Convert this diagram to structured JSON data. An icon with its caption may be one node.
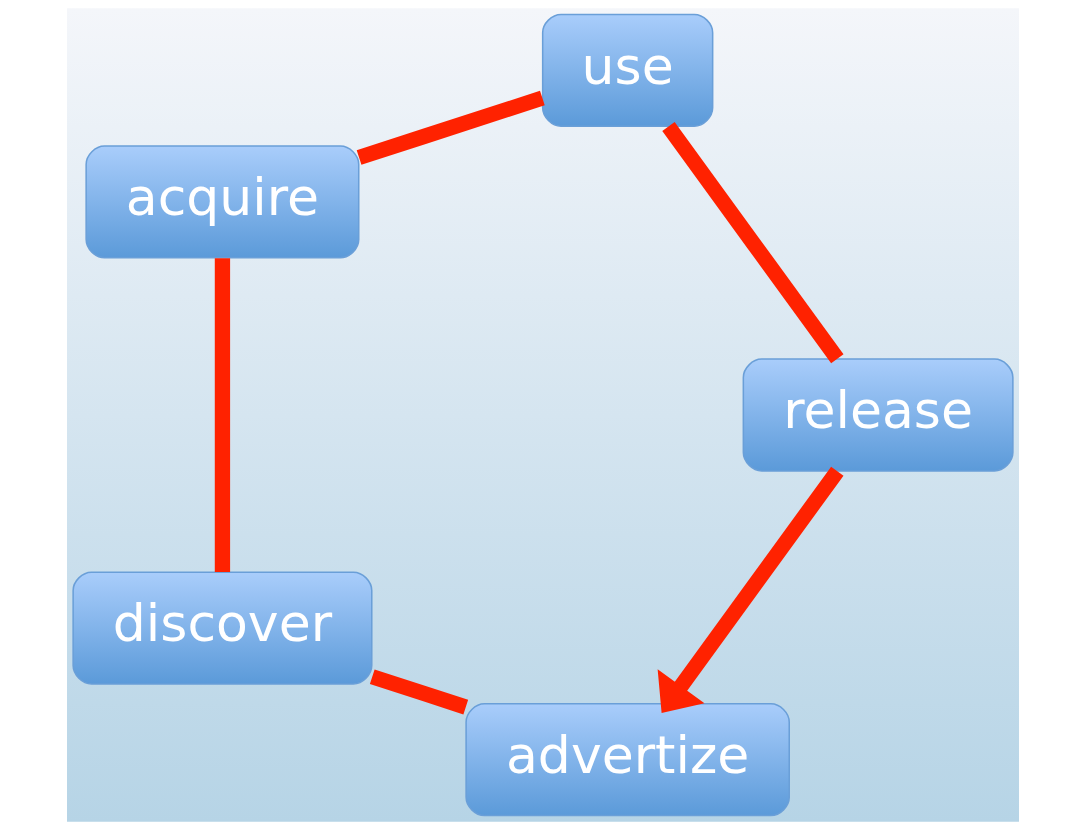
{
  "diagram": {
    "nodes": [
      {
        "text": [
          "advertize"
        ]
      },
      {
        "text": [
          "discover"
        ]
      },
      {
        "text": [
          "acquire"
        ]
      },
      {
        "text": [
          "use"
        ]
      },
      {
        "text": [
          "release"
        ]
      }
    ],
    "edges": [
      {
        "from": 0,
        "to": 1,
        "arrow": "none"
      },
      {
        "from": 1,
        "to": 2,
        "arrow": "none"
      },
      {
        "from": 2,
        "to": 3,
        "arrow": "none"
      },
      {
        "from": 3,
        "to": 4,
        "arrow": "none"
      },
      {
        "from": 4,
        "to": 0,
        "arrow": "to"
      }
    ]
  }
}
